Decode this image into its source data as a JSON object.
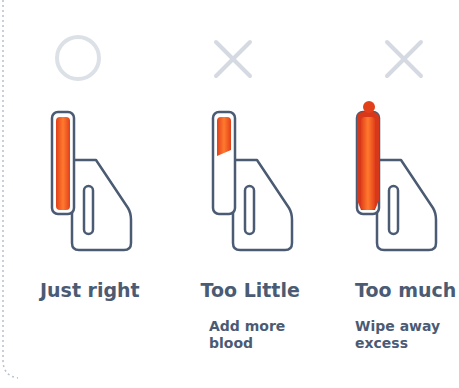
{
  "diagram": {
    "labels": [
      "Just right",
      "Too Little",
      "Add more blood",
      "Too much",
      "Wipe away excess"
    ]
  }
}
